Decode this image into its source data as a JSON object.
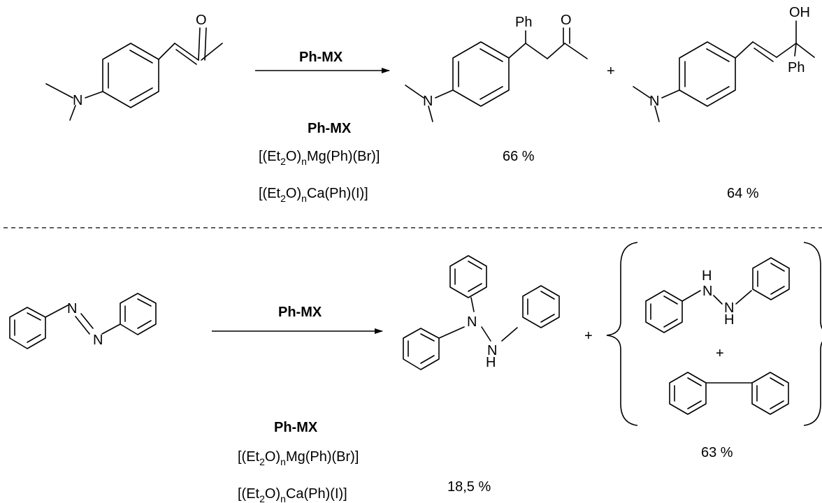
{
  "colors": {
    "ink": "#000000",
    "background": "#ffffff"
  },
  "reaction1": {
    "reagent": "Ph-MX",
    "plus": "+",
    "atoms": {
      "sm_o": "O",
      "sm_n": "N",
      "p1_ph": "Ph",
      "p1_o": "O",
      "p1_n": "N",
      "p2_oh": "OH",
      "p2_ph": "Ph",
      "p2_n": "N"
    },
    "table": {
      "header": "Ph-MX",
      "rows": [
        {
          "reagent_pre": "[(Et",
          "reagent_sub1": "2",
          "reagent_mid": "O)",
          "reagent_sub2": "n",
          "reagent_post": "Mg(Ph)(Br)]",
          "yield_a": "66 %",
          "yield_b": ""
        },
        {
          "reagent_pre": "[(Et",
          "reagent_sub1": "2",
          "reagent_mid": "O)",
          "reagent_sub2": "n",
          "reagent_post": "Ca(Ph)(I)]",
          "yield_a": "",
          "yield_b": "64 %"
        }
      ]
    }
  },
  "reaction2": {
    "reagent": "Ph-MX",
    "plus": "+",
    "inner_plus": "+",
    "atoms": {
      "azo_n1": "N",
      "azo_n2": "N",
      "p1_n": "N",
      "p1_nh": "N",
      "p1_h": "H",
      "hz_h1": "H",
      "hz_n1": "N",
      "hz_n2": "N",
      "hz_h2": "H"
    },
    "table": {
      "header": "Ph-MX",
      "rows": [
        {
          "reagent_pre": "[(Et",
          "reagent_sub1": "2",
          "reagent_mid": "O)",
          "reagent_sub2": "n",
          "reagent_post": "Mg(Ph)(Br)]",
          "yield_a": "",
          "yield_b": "63 %"
        },
        {
          "reagent_pre": "[(Et",
          "reagent_sub1": "2",
          "reagent_mid": "O)",
          "reagent_sub2": "n",
          "reagent_post": "Ca(Ph)(I)]",
          "yield_a": "18,5 %",
          "yield_b": ""
        }
      ]
    }
  }
}
